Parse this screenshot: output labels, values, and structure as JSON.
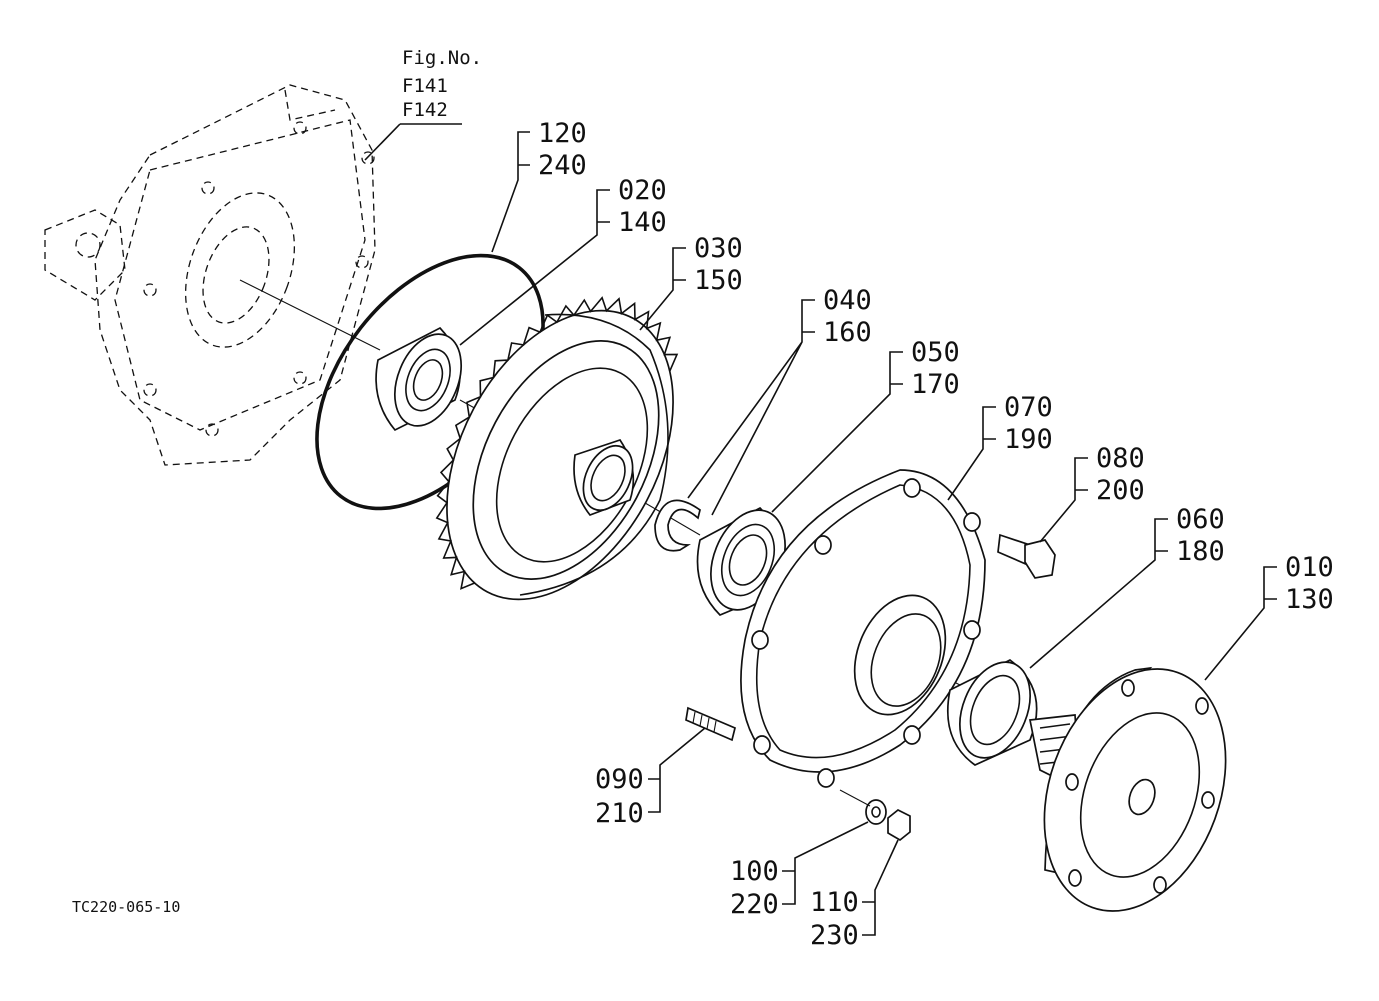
{
  "figure": {
    "title": "Fig.No.",
    "numbers": [
      "F141",
      "F142"
    ]
  },
  "drawing_ref": "TC220-065-10",
  "callouts": [
    {
      "id": "c-120",
      "top": "120",
      "bottom": "240"
    },
    {
      "id": "c-020",
      "top": "020",
      "bottom": "140"
    },
    {
      "id": "c-030",
      "top": "030",
      "bottom": "150"
    },
    {
      "id": "c-040",
      "top": "040",
      "bottom": "160"
    },
    {
      "id": "c-050",
      "top": "050",
      "bottom": "170"
    },
    {
      "id": "c-070",
      "top": "070",
      "bottom": "190"
    },
    {
      "id": "c-080",
      "top": "080",
      "bottom": "200"
    },
    {
      "id": "c-060",
      "top": "060",
      "bottom": "180"
    },
    {
      "id": "c-010",
      "top": "010",
      "bottom": "130"
    },
    {
      "id": "c-090",
      "top": "090",
      "bottom": "210"
    },
    {
      "id": "c-100",
      "top": "100",
      "bottom": "220"
    },
    {
      "id": "c-110",
      "top": "110",
      "bottom": "230"
    }
  ]
}
